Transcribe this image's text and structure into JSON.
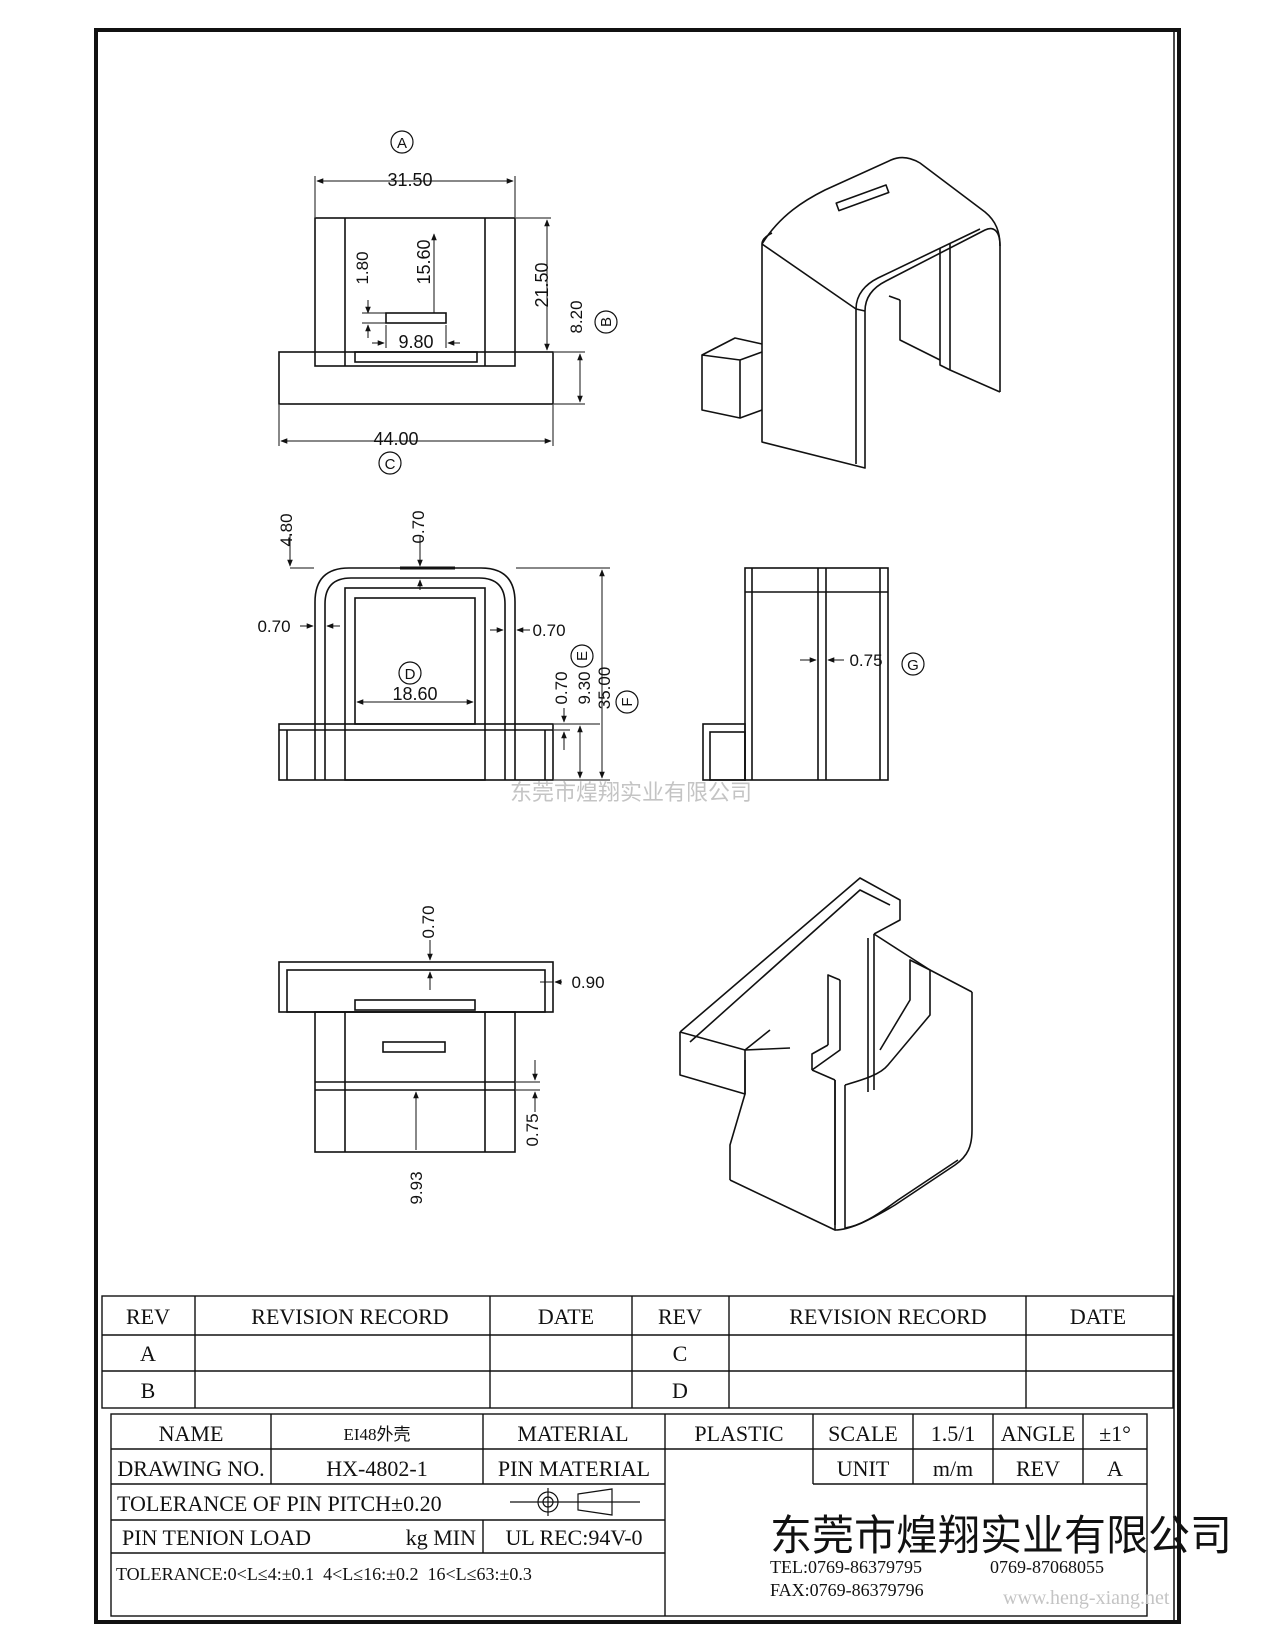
{
  "views": {
    "top": {
      "circle": "A",
      "dim_width": "31.50",
      "dim_slot_offset": "1.80",
      "dim_slot_height": "15.60",
      "dim_height": "21.50",
      "circle_right": "B",
      "dim_base": "8.20",
      "dim_slot_width": "9.80",
      "dim_total_width": "44.00",
      "circle_bottom": "C"
    },
    "front": {
      "dim_top_radius": "4.80",
      "dim_top_wall": "0.70",
      "dim_left_wall": "0.70",
      "dim_right_wall": "0.70",
      "circle_center": "D",
      "dim_inner_width": "18.60",
      "dim_foot_wall": "0.70",
      "dim_foot_height": "9.30",
      "dim_total_height": "35.00",
      "circle_e": "E",
      "circle_f": "F"
    },
    "side": {
      "dim_wall": "0.75",
      "circle": "G"
    },
    "bottom": {
      "dim_top_wall": "0.70",
      "dim_side_wall": "0.90",
      "dim_wall": "0.75",
      "dim_depth": "9.93"
    }
  },
  "watermark_center": "东莞市煌翔实业有限公司",
  "watermark_corner": "www.heng-xiang.net",
  "revision_table": {
    "headers": [
      "REV",
      "REVISION RECORD",
      "DATE",
      "REV",
      "REVISION RECORD",
      "DATE"
    ],
    "rows": [
      [
        "A",
        "",
        "",
        "C",
        "",
        ""
      ],
      [
        "B",
        "",
        "",
        "D",
        "",
        ""
      ]
    ]
  },
  "title_block": {
    "name_label": "NAME",
    "name_value": "EI48外壳",
    "material_label": "MATERIAL",
    "material_value": "PLASTIC",
    "scale_label": "SCALE",
    "scale_value": "1.5/1",
    "angle_label": "ANGLE",
    "angle_value": "±1°",
    "drawing_no_label": "DRAWING NO.",
    "drawing_no_value": "HX-4802-1",
    "pin_material_label": "PIN MATERIAL",
    "unit_label": "UNIT",
    "unit_value": "m/m",
    "rev_label": "REV",
    "rev_value": "A",
    "tolerance_pitch": "TOLERANCE OF PIN PITCH±0.20",
    "pin_tension_label": "PIN TENION LOAD",
    "pin_tension_unit": "kg MIN",
    "ul_rating": "UL REC:94V-0",
    "tolerance_general": "TOLERANCE:0<L≤4:±0.1  4<L≤16:±0.2  16<L≤63:±0.3",
    "company": "东莞市煌翔实业有限公司",
    "tel": "TEL:0769-86379795",
    "tel2": "0769-87068055",
    "fax": "FAX:0769-86379796"
  }
}
